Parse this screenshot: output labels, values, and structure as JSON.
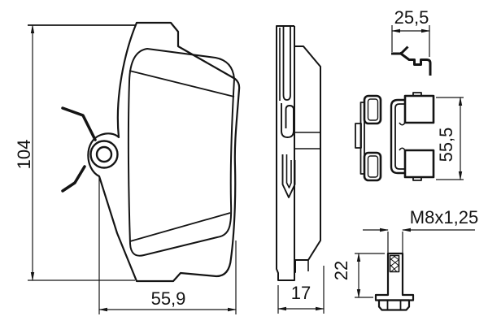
{
  "drawing": {
    "background_color": "#ffffff",
    "line_color": "#141414"
  },
  "dimensions": {
    "pad_height": "104",
    "pad_width": "55,9",
    "pad_thickness": "17",
    "shim_width": "25,5",
    "clip_height": "55,5",
    "bolt_shank_length": "22",
    "bolt_thread": "M8x1,25"
  }
}
